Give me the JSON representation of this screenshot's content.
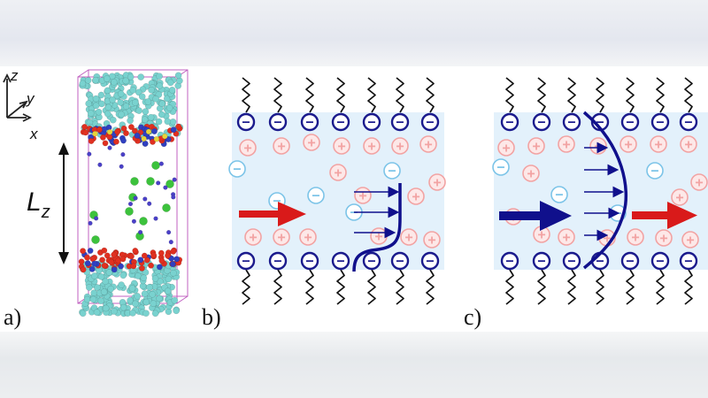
{
  "panels": {
    "a": {
      "label": "a)",
      "axes": {
        "z": "z",
        "y": "y",
        "x": "x"
      },
      "dimension": {
        "symbol": "L",
        "subscript": "z"
      }
    },
    "b": {
      "label": "b)"
    },
    "c": {
      "label": "c)"
    }
  },
  "charges": {
    "negative": "−",
    "positive": "+"
  },
  "colors": {
    "channel": "#e3f1fb",
    "anion_ring": "#1a1a8c",
    "cation_ring": "#f2a3a3",
    "counter_anion_ring": "#7cc4e8",
    "flow_arrow_driving": "#d91a1a",
    "flow_arrow_blue": "#10108c",
    "velocity_profile": "#10108c",
    "lipid_tail": "#111111",
    "headgroup_red": "#e03020",
    "headgroup_blue": "#3040c0",
    "water_cyan": "#79d2cf",
    "ion_green": "#3cc23c",
    "ion_purple": "#4a40c8",
    "box_outline": "#c060c0"
  }
}
